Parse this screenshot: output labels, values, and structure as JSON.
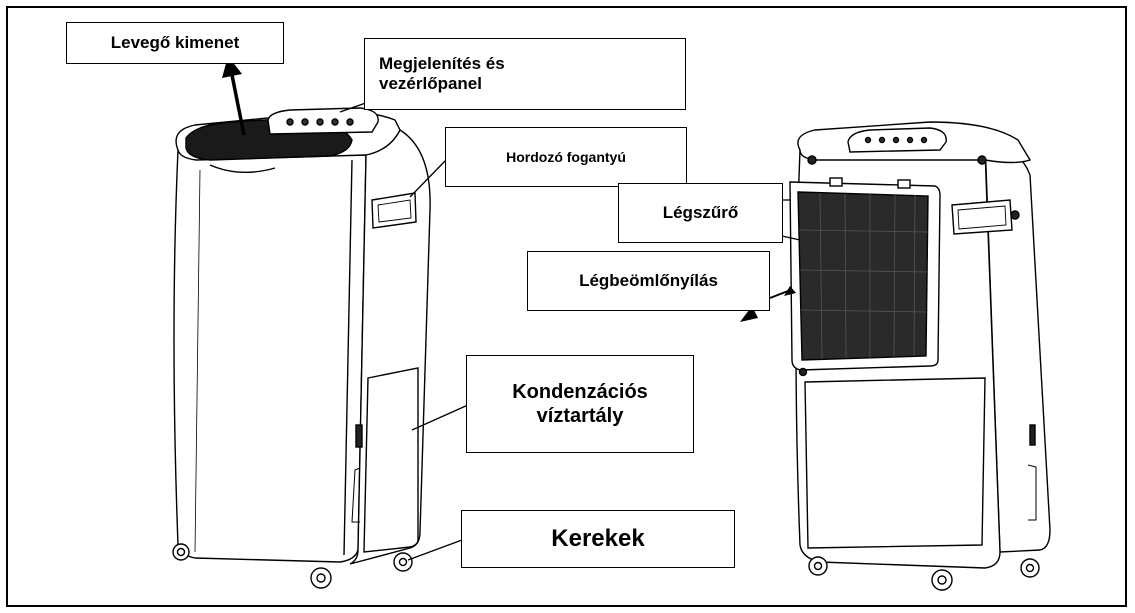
{
  "labels": {
    "air_outlet": "Levegő kimenet",
    "display_panel_line1": "Megjelenítés és",
    "display_panel_line2": "vezérlőpanel",
    "carry_handle": "Hordozó fogantyú",
    "air_filter": "Légszűrő",
    "air_inlet": "Légbeömlőnyílás",
    "water_tank_line1": "Kondenzációs",
    "water_tank_line2": "víztartály",
    "wheels": "Kerekek"
  },
  "colors": {
    "line": "#000000",
    "fill": "#ffffff",
    "dark": "#1a1a1a",
    "grille": "#2a2a2a"
  }
}
